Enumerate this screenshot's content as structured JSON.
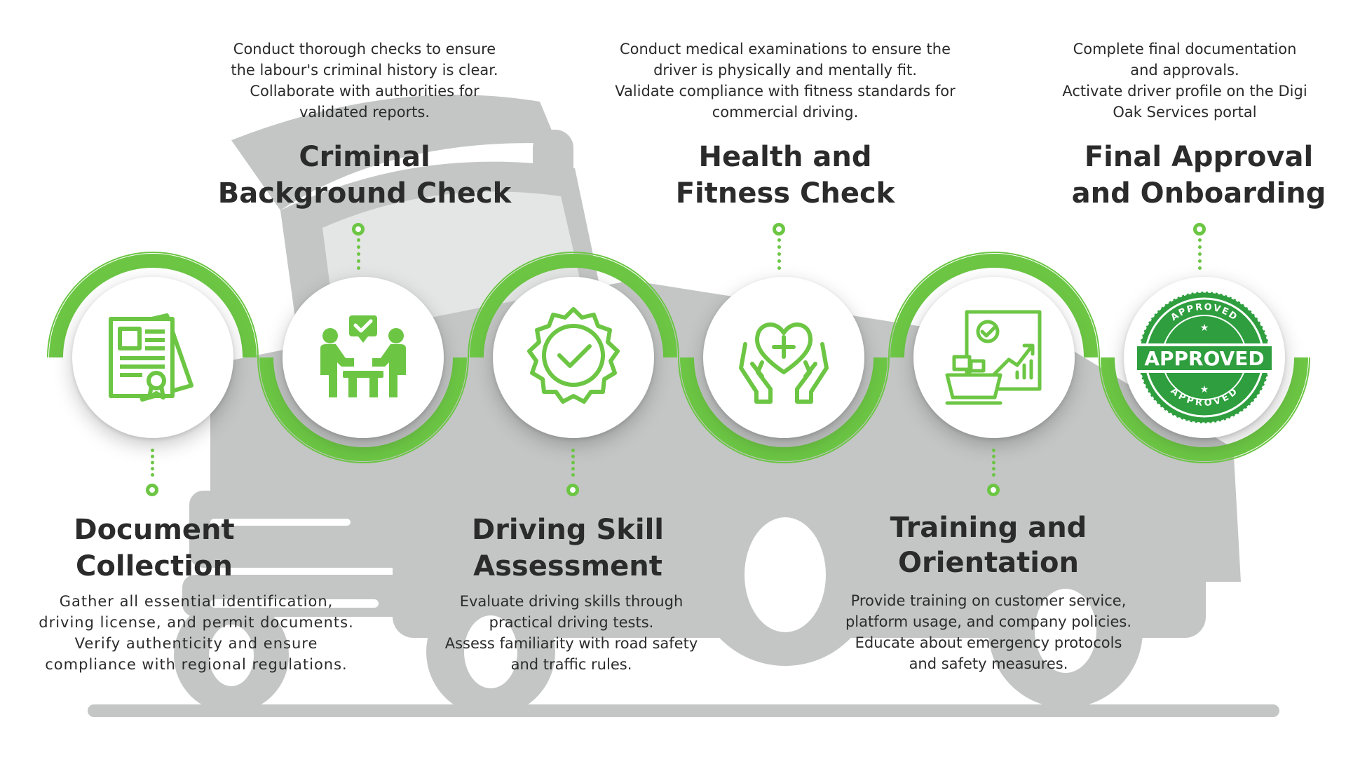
{
  "colors": {
    "accent": "#6cc644",
    "accent_dark": "#2e9e3e",
    "truck_gray": "#c4c6c6",
    "text": "#2b2b2b"
  },
  "steps": [
    {
      "icon": "document-certificate-icon",
      "title": [
        "Document",
        "Collection"
      ],
      "description": [
        "Gather all essential identification,",
        "driving license, and permit documents.",
        "Verify authenticity and ensure",
        "compliance with regional regulations."
      ]
    },
    {
      "icon": "team-meeting-icon",
      "title": [
        "Criminal",
        "Background Check"
      ],
      "description": [
        "Conduct thorough checks to ensure",
        "the labour's criminal history is clear.",
        "Collaborate with authorities for",
        "validated reports."
      ]
    },
    {
      "icon": "check-badge-icon",
      "title": [
        "Driving Skill",
        "Assessment"
      ],
      "description": [
        "Evaluate driving skills through",
        "practical driving tests.",
        "Assess familiarity with road safety",
        "and traffic rules."
      ]
    },
    {
      "icon": "heart-hands-icon",
      "title": [
        "Health and",
        "Fitness Check"
      ],
      "description": [
        "Conduct medical examinations to ensure the",
        "driver is physically and mentally fit.",
        "Validate compliance with fitness standards for",
        "commercial driving."
      ]
    },
    {
      "icon": "training-chart-icon",
      "title": [
        "Training and",
        "Orientation"
      ],
      "description": [
        "Provide training on customer service,",
        "platform usage, and company policies.",
        "Educate about emergency protocols",
        "and safety measures."
      ]
    },
    {
      "icon": "approved-stamp-icon",
      "stamp": {
        "main": "APPROVED",
        "ring": "APPROVED"
      },
      "title": [
        "Final Approval",
        "and Onboarding"
      ],
      "description": [
        "Complete final documentation",
        "and approvals.",
        "Activate driver profile on the Digi",
        "Oak Services portal"
      ]
    }
  ]
}
